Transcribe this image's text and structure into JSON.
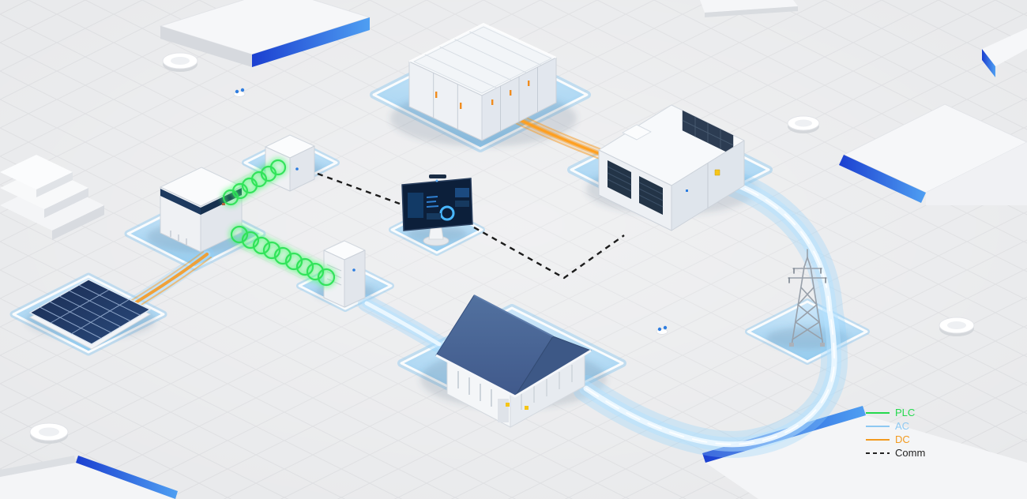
{
  "legend": {
    "items": [
      {
        "label": "PLC",
        "color": "#23d94d",
        "style": "solid"
      },
      {
        "label": "AC",
        "color": "#8ec9f2",
        "style": "solid"
      },
      {
        "label": "DC",
        "color": "#f29a1f",
        "style": "solid"
      },
      {
        "label": "Comm",
        "color": "#222222",
        "style": "dashed"
      }
    ]
  },
  "palette": {
    "background": "#e8e9eb",
    "grid_line": "#d9dadd",
    "platform_blue": "#9ccdef",
    "slab_edge_blue": "#1b3fd0",
    "flow_blue": "#a8ddff",
    "flow_orange": "#f59a23",
    "plc_green": "#2ee257",
    "roof_blue": "#4c6ea8",
    "screen_navy": "#0c1f3a"
  },
  "components": [
    {
      "name": "solar-array"
    },
    {
      "name": "string-inverter"
    },
    {
      "name": "comm-cabinet"
    },
    {
      "name": "battery-cabinet"
    },
    {
      "name": "monitoring-workstation"
    },
    {
      "name": "battery-container"
    },
    {
      "name": "pcs-transformer"
    },
    {
      "name": "plant-building"
    },
    {
      "name": "transmission-tower"
    }
  ]
}
